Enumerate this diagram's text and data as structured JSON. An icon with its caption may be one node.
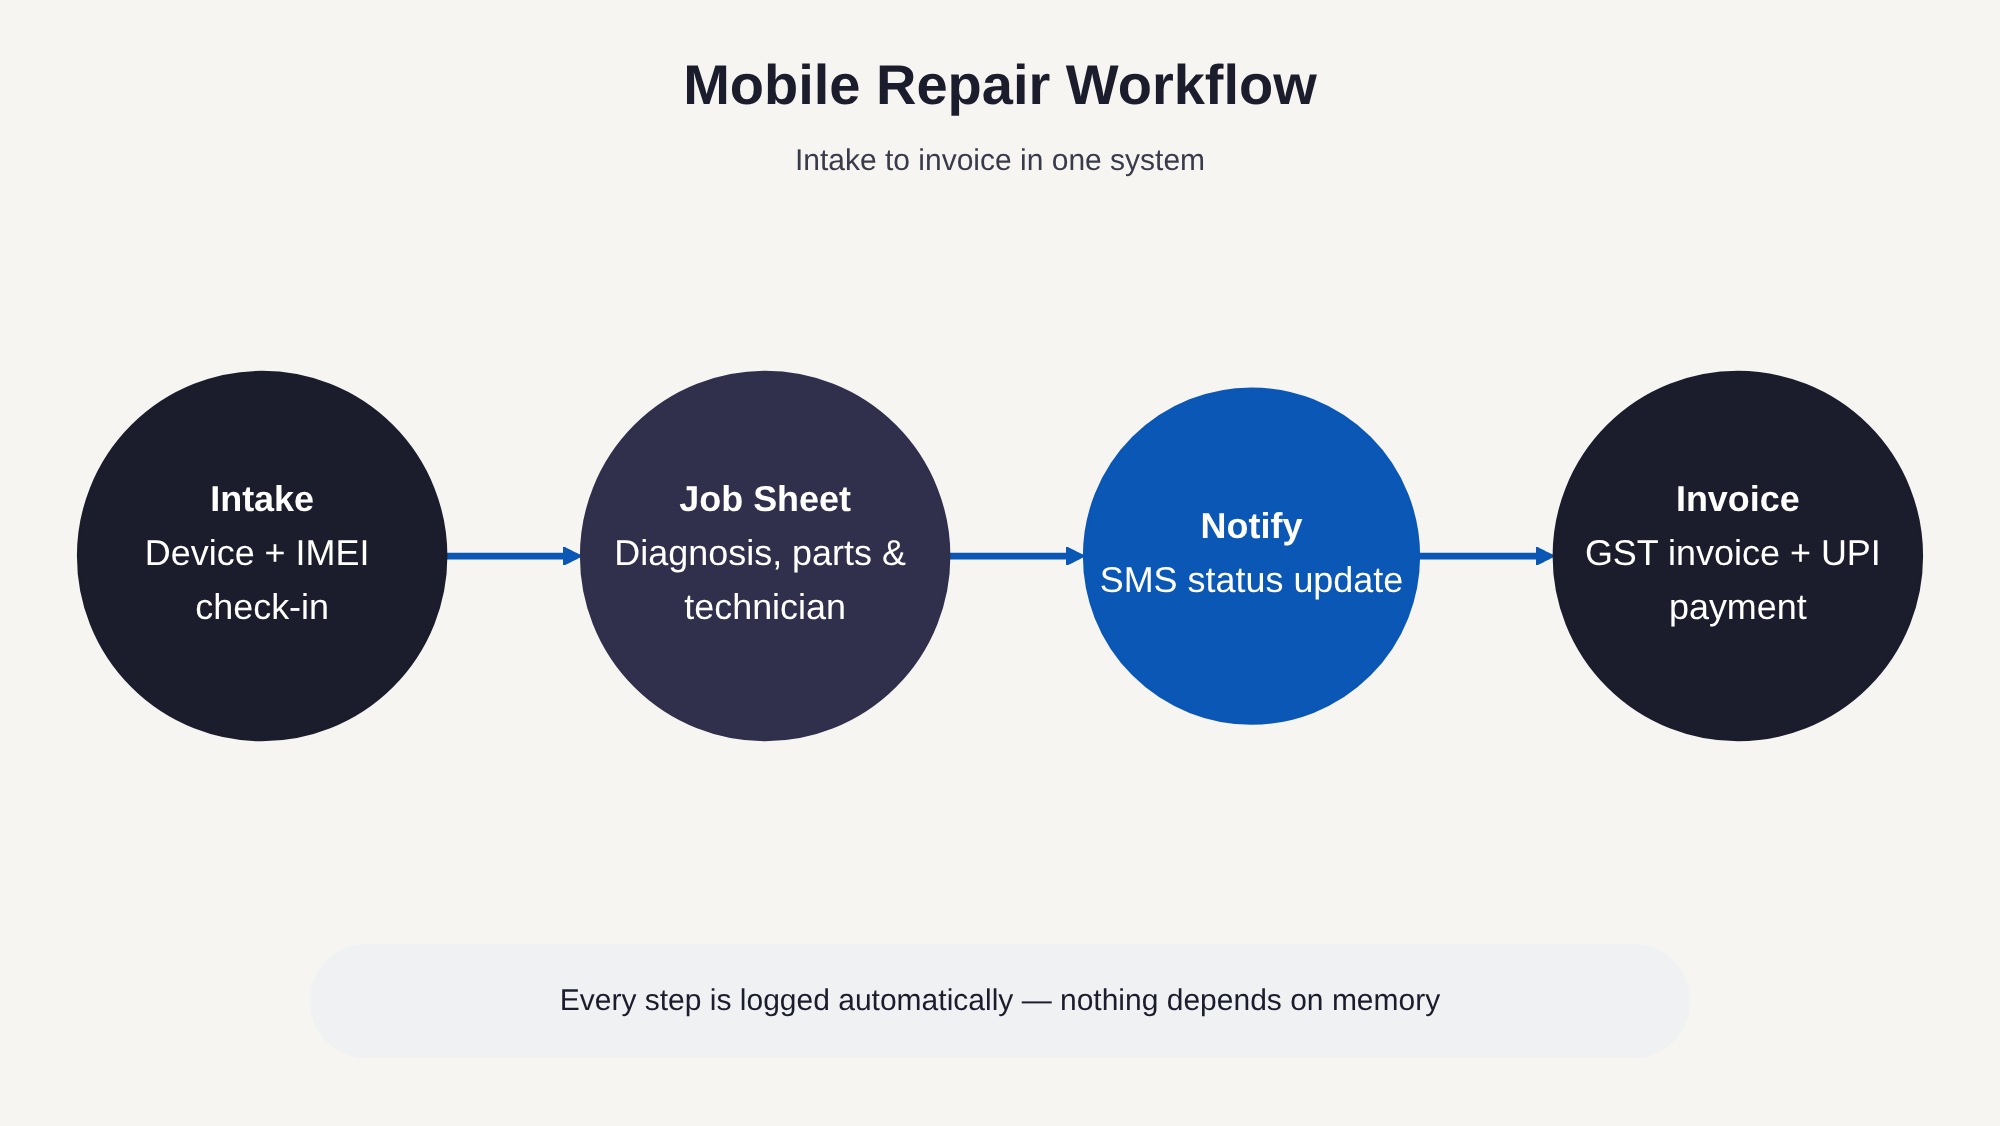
{
  "diagram": {
    "title": "Mobile Repair Workflow",
    "nodes": [
      {
        "text": [
          "Intake",
          "Device + IMEI check-in"
        ]
      },
      {
        "text": [
          "Job Sheet",
          "Diagnosis, parts & technician"
        ]
      },
      {
        "text": [
          "Notify",
          "SMS status update"
        ]
      },
      {
        "text": [
          "Invoice",
          "GST invoice + UPI payment"
        ]
      }
    ],
    "edges": [
      {
        "from": 0,
        "to": 1,
        "arrow": "to"
      },
      {
        "from": 1,
        "to": 2,
        "arrow": "to"
      },
      {
        "from": 2,
        "to": 3,
        "arrow": "to"
      }
    ],
    "labels": [
      "Intake to invoice in one system",
      "Every step is logged automatically — nothing depends on memory"
    ]
  }
}
